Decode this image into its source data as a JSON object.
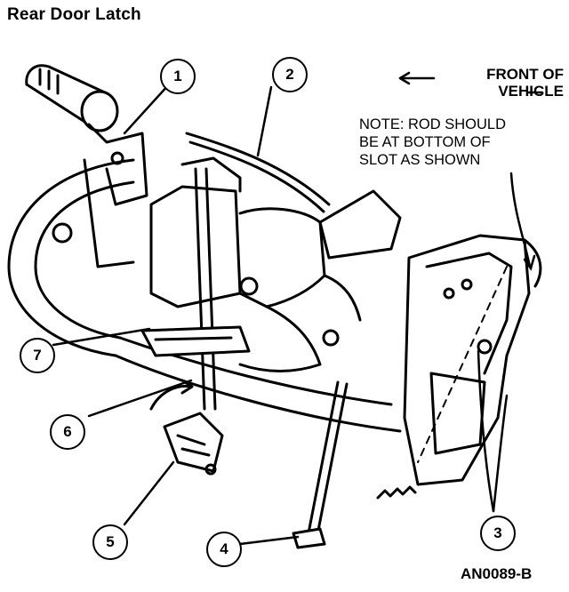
{
  "title": "Rear Door Latch",
  "front_label_line1": "FRONT OF",
  "front_label_line2": "VEHICLE",
  "note": {
    "line1": "NOTE: ROD SHOULD",
    "line2": "BE AT BOTTOM OF",
    "line3": "SLOT AS SHOWN"
  },
  "callouts": {
    "c1": "1",
    "c2": "2",
    "c3": "3",
    "c4": "4",
    "c5": "5",
    "c6": "6",
    "c7": "7"
  },
  "figure_code": "AN0089-B"
}
